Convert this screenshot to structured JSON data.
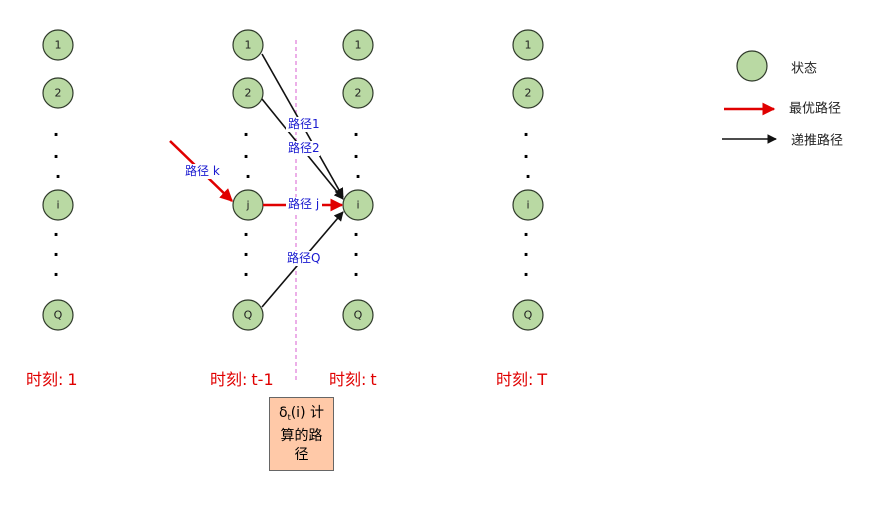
{
  "columns": [
    {
      "id": "c1",
      "nodes": {
        "top1": "1",
        "top2": "2",
        "mid": "i",
        "bottom": "Q"
      },
      "time": {
        "prefix": "时刻:",
        "value": "1"
      }
    },
    {
      "id": "c2",
      "nodes": {
        "top1": "1",
        "top2": "2",
        "mid": "j",
        "bottom": "Q"
      },
      "time": {
        "prefix": "时刻:",
        "value": "t-1"
      }
    },
    {
      "id": "c3",
      "nodes": {
        "top1": "1",
        "top2": "2",
        "mid": "i",
        "bottom": "Q"
      },
      "time": {
        "prefix": "时刻:",
        "value": "t"
      }
    },
    {
      "id": "c4",
      "nodes": {
        "top1": "1",
        "top2": "2",
        "mid": "i",
        "bottom": "Q"
      },
      "time": {
        "prefix": "时刻:",
        "value": "T"
      }
    }
  ],
  "edges": {
    "path_1": "路径1",
    "path_2": "路径2",
    "path_j": "路径 j",
    "path_q": "路径Q",
    "path_k": "路径 k"
  },
  "legend": {
    "state": "状态",
    "optimal_path": "最优路径",
    "recursive_path": "递推路径"
  },
  "note": {
    "symbol": "δ",
    "subscript": "t",
    "arg": "(i) 计",
    "line2": "算的路",
    "line3": "径"
  },
  "colors": {
    "node_fill": "#b9d9a3",
    "optimal": "#e00000",
    "recursive": "#111111",
    "edge_label": "#1a1ad0",
    "divider": "#e07ad8",
    "note_fill": "#ffc9a8"
  }
}
